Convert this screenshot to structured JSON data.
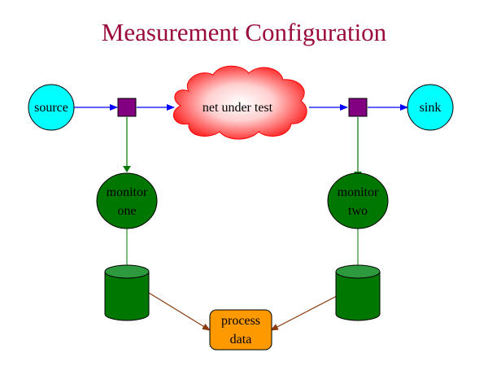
{
  "title": "Measurement Configuration",
  "nodes": {
    "source": "source",
    "sink": "sink",
    "net": "net under test",
    "monitor_one": [
      "monitor",
      "one"
    ],
    "monitor_two": [
      "monitor",
      "two"
    ],
    "process": [
      "process",
      "data"
    ]
  },
  "colors": {
    "title": "#9a0a3c",
    "endpoint": "#00ffff",
    "tap": "#800080",
    "monitor": "#007700",
    "store": "#007700",
    "process": "#ff9900",
    "cloud_edge": "#ff0000",
    "flow_arrow": "#0000ff",
    "tap_arrow": "#007700",
    "data_arrow": "#8b3a0e"
  }
}
